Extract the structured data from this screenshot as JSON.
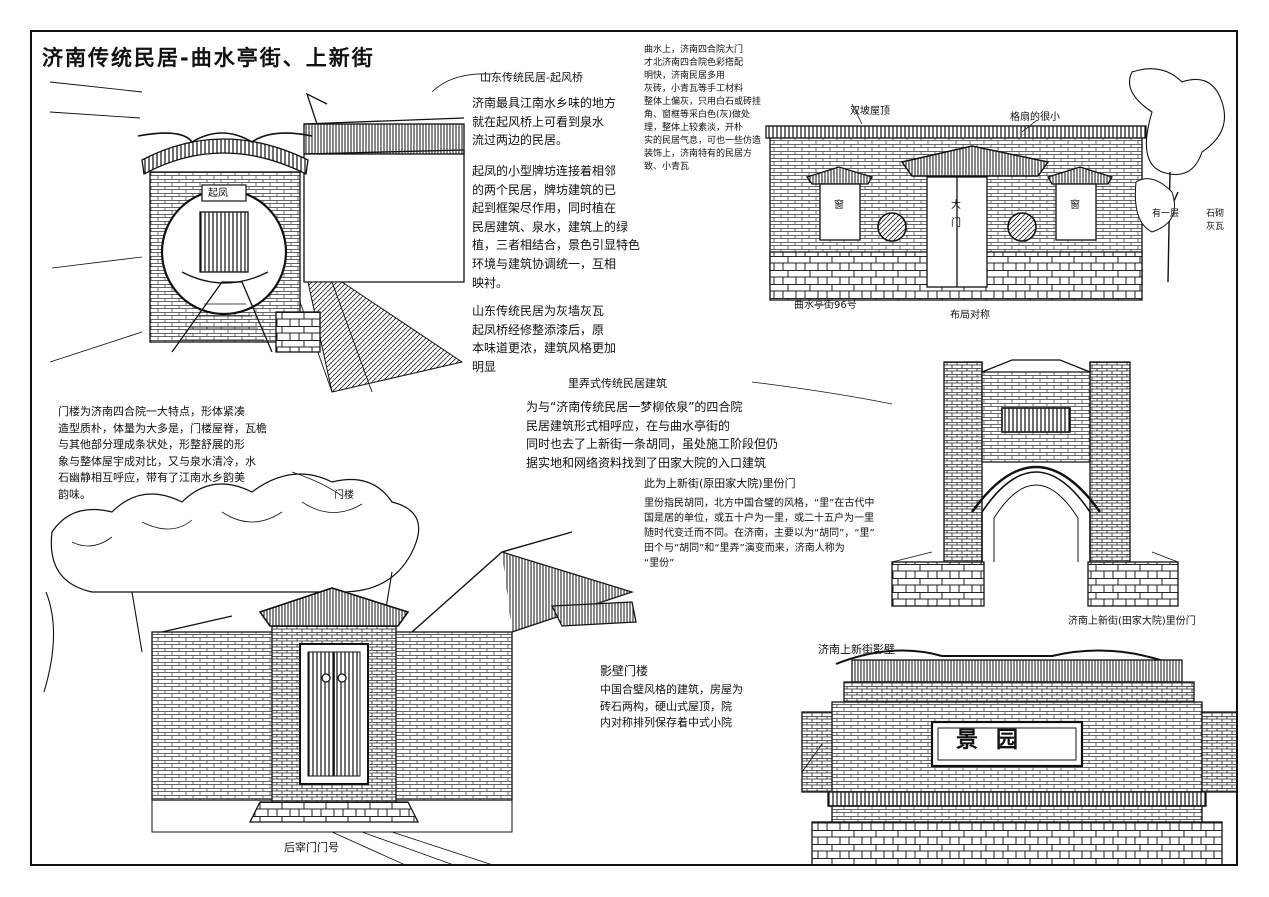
{
  "page": {
    "title": "济南传统民居-曲水亭街、上新街"
  },
  "bridge_panel": {
    "label": "山东传统民居-起风桥",
    "para1": "济南最具江南水乡味的地方\n就在起风桥上可看到泉水\n流过两边的民居。",
    "para2": "起凤的小型牌坊连接着相邻\n的两个民居，牌坊建筑的已\n起到框架尽作用，同时植在\n民居建筑、泉水，建筑上的绿\n植，三者相结合，景色引显特色\n环境与建筑协调统一，互相\n映衬。",
    "para3": "山东传统民居为灰墙灰瓦\n起凤桥经修整添漆后，原\n本味道更浓，建筑风格更加\n明显",
    "arch_plaque": "起凤"
  },
  "house_panel": {
    "note": "曲水上，济南四合院大门\n才北济南四合院色彩搭配\n明快，济南民居多用\n灰砖，小青瓦等手工材料\n整体上偏灰，只用白石或砖挂\n角、窗框等采白色(灰)做处\n理，整体上较素淡，开朴\n实的民居气息，可也一些仿造\n装饰上，济南特有的民居方\n致、小青瓦",
    "roof_label": "双坡屋顶",
    "window_label": "格扇的很小",
    "address": "曲水亭街96号",
    "symmetry": "布局对称",
    "plant_label": "有一层",
    "side_label": "石砌 灰瓦",
    "door_char1": "大",
    "door_char2": "门",
    "window_char": "窗"
  },
  "gate_panel": {
    "heading": "里弄式传统民居建筑",
    "para": "为与“济南传统民居一梦柳依泉”的四合院\n民居建筑形式相呼应，在与曲水亭街的\n同时也去了上新街一条胡同，虽处施工阶段但仍\n据实地和网络资料找到了田家大院的入口建筑",
    "subheading": "此为上新街(原田家大院)里份门",
    "para2": "里份指民胡同，北方中国合璧的风格，“里”在古代中\n国是居的单位，或五十户为一里，或二十五户为一里\n随时代变迁而不同。在济南，主要以为“胡同”，“里”\n田个与“胡同”和“里弄”演变而来，济南人称为\n“里份”",
    "caption": "济南上新街(田家大院)里份门"
  },
  "courtyard_panel": {
    "para": "门楼为济南四合院一大特点，形体紧凑\n造型质朴，体量为大多是，门楼屋脊，瓦檐\n与其他部分理成条状处，形整舒展的形\n象与整体屋宇成对比，又与泉水清冷，水\n石幽静相互呼应，带有了江南水乡韵美\n韵味。",
    "tree_label": "门楼",
    "caption": "后宰门门号"
  },
  "screen_panel": {
    "title": "济南上新街影壁",
    "heading": "影壁门楼",
    "para": "中国合璧风格的建筑，房屋为\n砖石两构，硬山式屋顶，院\n内对称排列保存着中式小院",
    "plaque": "景园"
  }
}
